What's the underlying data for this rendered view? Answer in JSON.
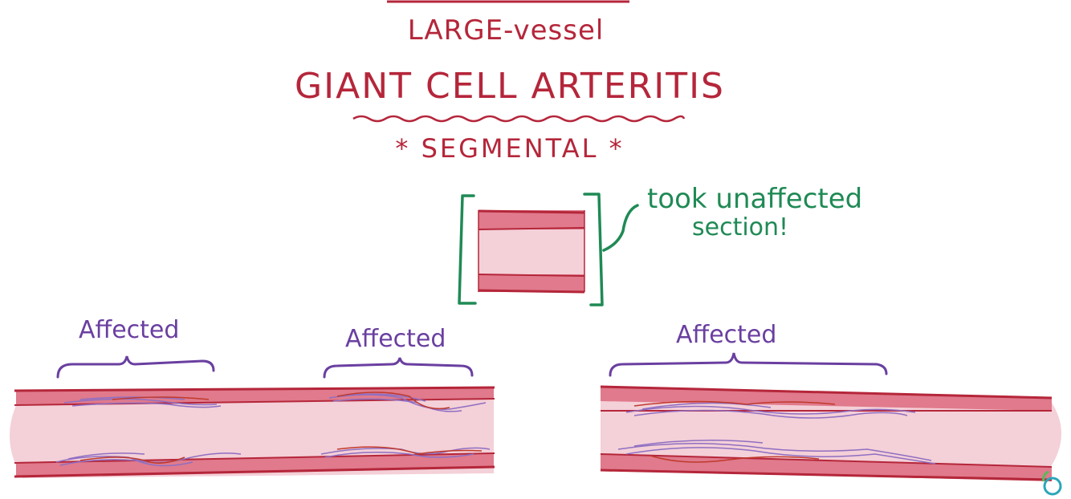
{
  "heading": {
    "category": "LARGE-vessel",
    "title": "GIANT CELL ARTERITIS",
    "feature": "* SEGMENTAL *"
  },
  "biopsy": {
    "note_line1": "took unaffected",
    "note_line2": "section!"
  },
  "regions": {
    "left": "Affected",
    "middle": "Affected",
    "right": "Affected"
  },
  "colors": {
    "red": "#b5263a",
    "vessel_wall": "#d9546b",
    "vessel_lumen": "#f4d0d8",
    "green": "#1f8a55",
    "purple": "#6a3fa0",
    "lesion": "#9b7ac8"
  },
  "icons": {
    "logo": "osmosis-logo-icon"
  }
}
